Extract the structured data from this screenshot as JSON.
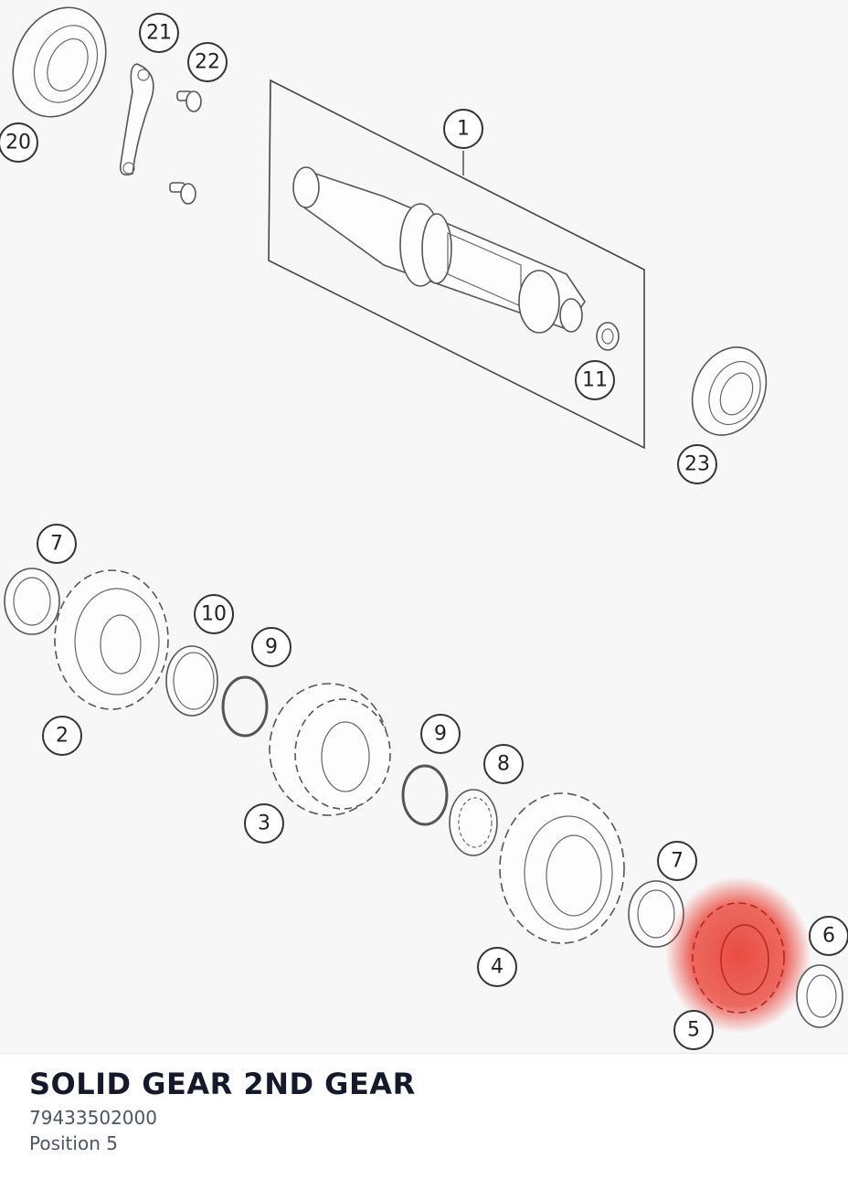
{
  "diagram": {
    "callouts": [
      "20",
      "21",
      "22",
      "1",
      "11",
      "23",
      "7",
      "10",
      "9",
      "2",
      "3",
      "9",
      "8",
      "7",
      "4",
      "6",
      "5"
    ],
    "highlight_color": "#e83a2e"
  },
  "part": {
    "name": "SOLID GEAR 2ND GEAR",
    "number": "79433502000",
    "position": "Position 5"
  }
}
